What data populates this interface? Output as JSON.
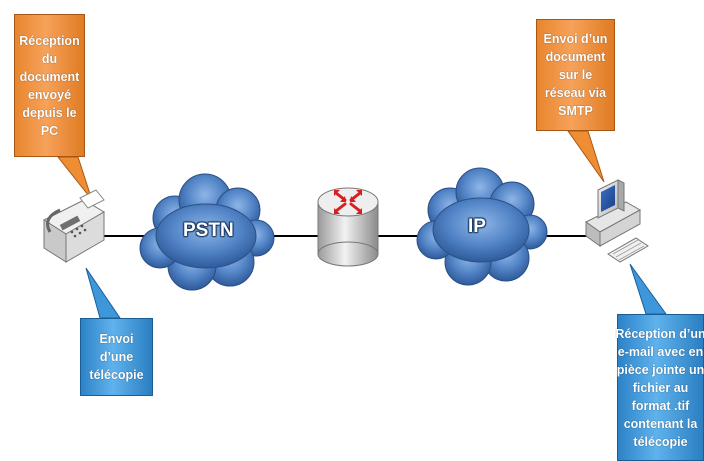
{
  "diagram": {
    "nodes": {
      "pstn_label": "PSTN",
      "ip_label": "IP"
    },
    "callouts": {
      "top_left": [
        "Réception",
        "du",
        "document",
        "envoyé",
        "depuis le",
        "PC"
      ],
      "top_right": [
        "Envoi d’un",
        "document",
        "sur le",
        "réseau via",
        "SMTP"
      ],
      "bottom_left": [
        "Envoi",
        "d’une",
        "télécopie"
      ],
      "bottom_right": [
        "Réception d’un",
        "e-mail avec en",
        "pièce jointe un",
        "fichier au",
        "format .tif",
        "contenant la",
        "télécopie"
      ]
    },
    "colors": {
      "orange_callout": "#f0963f",
      "blue_callout": "#4aa3e0",
      "cloud": "#4f7fbf",
      "link_line": "#000000",
      "router": "#d8d8d8",
      "router_arrows": "#e02020"
    },
    "icons": [
      "fax-machine-icon",
      "router-icon",
      "computer-icon",
      "cloud-icon"
    ]
  }
}
